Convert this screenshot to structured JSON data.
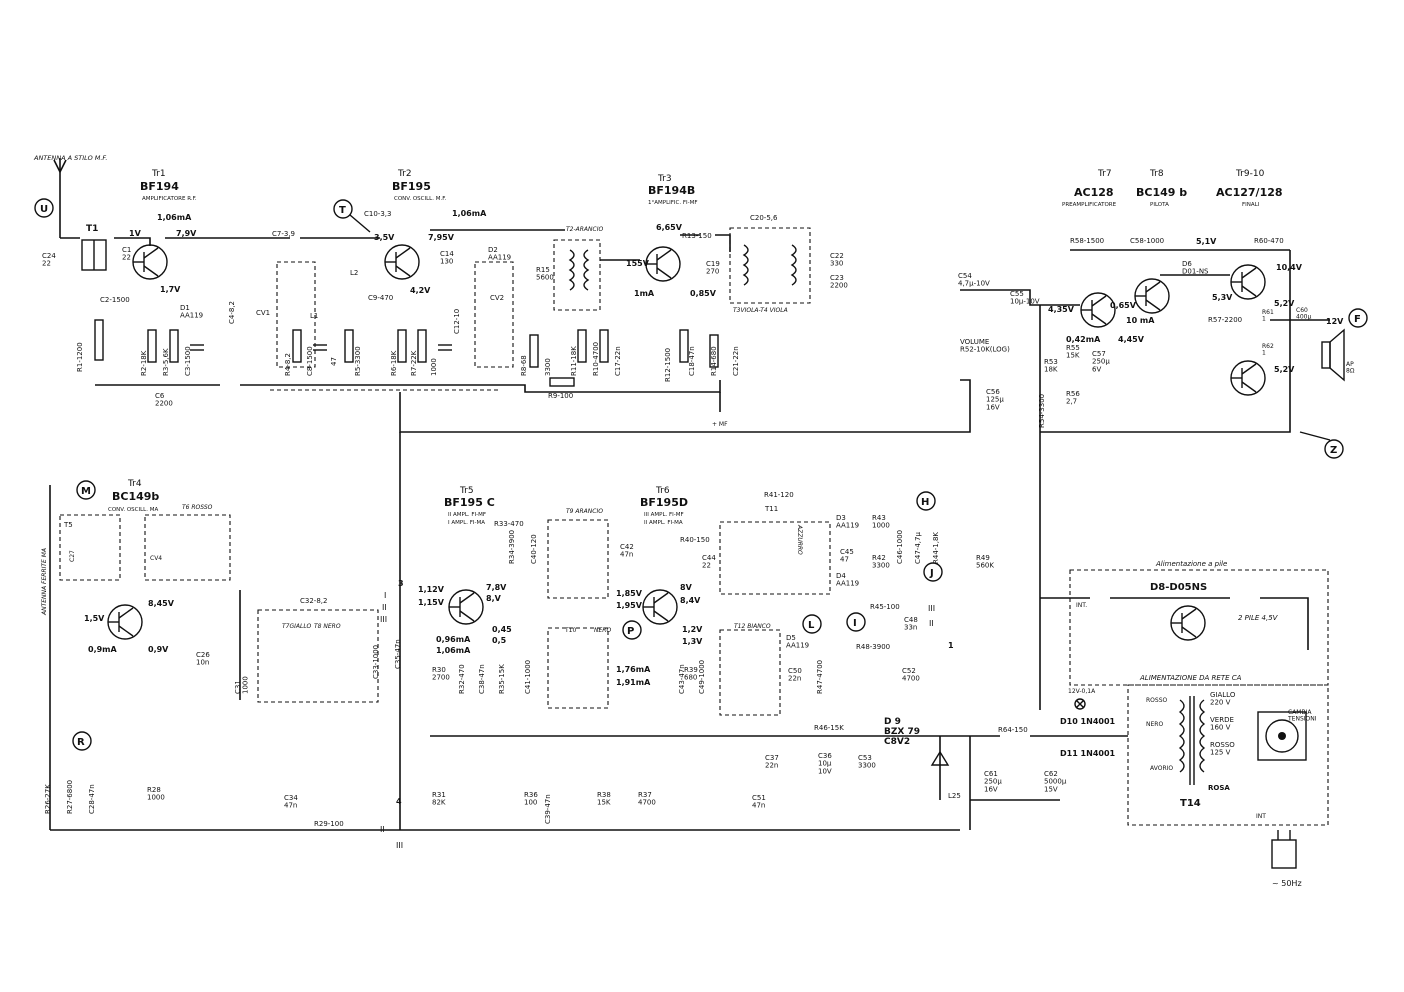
{
  "antenna_top": "ANTENNA A STILO M.F.",
  "antenna_ferrite": "ANTENNA FERRITE MA",
  "transistors": {
    "tr1": {
      "ref": "Tr1",
      "type": "BF194",
      "func": "AMPLIFICATORE R.F."
    },
    "tr2": {
      "ref": "Tr2",
      "type": "BF195",
      "func": "CONV. OSCILL. M.F."
    },
    "tr3": {
      "ref": "Tr3",
      "type": "BF194B",
      "func": "1°AMPLIFIC. FI-MF"
    },
    "tr4": {
      "ref": "Tr4",
      "type": "BC149b",
      "func": "CONV. OSCILL. MA"
    },
    "tr5": {
      "ref": "Tr5",
      "type": "BF195 C",
      "func1": "II AMPL. FI-MF",
      "func2": "I AMPL. FI-MA"
    },
    "tr6": {
      "ref": "Tr6",
      "type": "BF195D",
      "func1": "III AMPL. FI-MF",
      "func2": "II AMPL. FI-MA"
    },
    "tr7": {
      "ref": "Tr7",
      "type": "AC128",
      "func": "PREAMPLIFICATORE"
    },
    "tr8": {
      "ref": "Tr8",
      "type": "BC149 b",
      "func": "PILOTA"
    },
    "tr910": {
      "ref": "Tr9-10",
      "type": "AC127/128",
      "func": "FINALI"
    }
  },
  "test_points": [
    "U",
    "T",
    "M",
    "R",
    "P",
    "L",
    "H",
    "J",
    "I",
    "F",
    "Z"
  ],
  "voltages": {
    "tr1_c": "7,9V",
    "tr1_b": "1V",
    "tr1_ic": "1,06mA",
    "tr1_e": "1,7V",
    "tr2_b": "3,5V",
    "tr2_c": "7,95V",
    "tr2_ic": "1,06mA",
    "tr2_e": "4,2V",
    "tr3_c": "6,65V",
    "tr3_b": "155V",
    "tr3_ic": "1mA",
    "tr3_e": "0,85V",
    "tr4_b": "1,5V",
    "tr4_c": "8,45V",
    "tr4_ic": "0,9mA",
    "tr4_e": "0,9V",
    "tr5_b1": "1,12V",
    "tr5_b2": "1,15V",
    "tr5_c1": "7,8V",
    "tr5_c2": "8,V",
    "tr5_ic1": "0,96mA",
    "tr5_ic2": "1,06mA",
    "tr5_e1": "0,45",
    "tr5_e2": "0,5",
    "tr6_b1": "1,85V",
    "tr6_b2": "1,95V",
    "tr6_c1": "8V",
    "tr6_c2": "8,4V",
    "tr6_e1": "1,2V",
    "tr6_e2": "1,3V",
    "tr6_ic1": "1,76mA",
    "tr6_ic2": "1,91mA",
    "tr7_e": "4,35V",
    "tr7_b": "0,65V",
    "tr7_ic": "0,42mA",
    "tr7_c": "4,45V",
    "tr8_c": "5,1V",
    "tr8_ic": "10 mA",
    "d6": "5,3V",
    "tr9_c": "10,4V",
    "mid": "5,2V",
    "mid2": "5,2V",
    "sup": "12V"
  },
  "components": {
    "c24": "C24\n22",
    "c1": "C1\n22",
    "c2": "C2-1500",
    "r1": "R1-1200",
    "r2": "R2-18K",
    "r3": "R3-5,6K",
    "c3": "C3-1500",
    "c6": "C6\n2200",
    "d1": "D1\nAA119",
    "c4": "C4-8,2",
    "cv1": "CV1",
    "l1": "L1",
    "c7": "C7-3,9",
    "c10": "C10-3,3",
    "c14": "C14\n130",
    "d2": "D2\nAA119",
    "l2": "L2",
    "l3": "L3",
    "c9": "C9-470",
    "r4": "R4-8,2",
    "c8": "C8-1500",
    "c47": "47",
    "r5": "R5-3300",
    "r6": "R6-18K",
    "r7": "R7-22K",
    "r1000": "1000",
    "c12": "C12-10",
    "cv2": "CV2",
    "r8": "R8-68",
    "c3300": "3300",
    "t2": "T2-ARANCIO",
    "r15": "R15\n5600",
    "r9": "R9-100",
    "r11": "R11-18K",
    "r10": "R10-4700",
    "c17": "C17-22n",
    "r13": "R13-150",
    "c19": "C19\n270",
    "c20": "C20-5,6",
    "r12": "R12-1500",
    "c18": "C18-47n",
    "r14": "R14-680",
    "c21": "C21-22n",
    "c22": "C22\n330",
    "c23": "C23\n2200",
    "t3": "T3VIOLA-T4 VIOLA",
    "mf": "+ MF",
    "t5": "T5",
    "t6": "T6 ROSSO",
    "c27": "C27",
    "cv4": "CV4",
    "c26": "C26\n10n",
    "c32": "C32-8,2",
    "t7": "T7GIALLO",
    "t8": "T8 NERO",
    "c31": "C31\n1000",
    "c33": "C33-1000",
    "c35": "C35-47n",
    "r26": "R26-27K",
    "r27": "R27-6800",
    "c28": "C28-47n",
    "r28": "R28\n1000",
    "c34": "C34\n47n",
    "r29": "R29-100",
    "r33": "R33-470",
    "r34": "R34-3900",
    "c40": "C40-120",
    "t9": "T9 ARANCIO",
    "c42": "C42\n47n",
    "t10": "T10",
    "nero": "NERO",
    "r30": "R30\n2700",
    "r32": "R32-470",
    "c38": "C38-47n",
    "r35": "R35-15K",
    "c41": "C41-1000",
    "r31": "R31\n82K",
    "r36": "R36\n100",
    "c39": "C39-47n",
    "r40": "R40-150",
    "c44": "C44\n22",
    "r39": "R39\n680",
    "c43": "C43-47n",
    "c49": "C49-1000",
    "r38": "R38\n15K",
    "r37": "R37\n4700",
    "t11": "T11",
    "r41": "R41-120",
    "azzurro": "AZZURRO",
    "c45": "C45\n47",
    "d3": "D3\nAA119",
    "d4": "D4\nAA119",
    "r43": "R43\n1000",
    "r42": "R42\n3300",
    "c46": "C46-1000",
    "c47b": "C47-4,7µ",
    "r44": "R44-1,8K",
    "r49": "R49\n560K",
    "r45": "R45-100",
    "c48": "C48\n33n",
    "t12": "T12 BIANCO",
    "d5": "D5\nAA119",
    "c50": "C50\n22n",
    "r47": "R47-4700",
    "r48": "R48-3900",
    "c52": "C52\n4700",
    "r46": "R46-15K",
    "c37": "C37\n22n",
    "c36": "C36\n10µ\n10V",
    "c53": "C53\n3300",
    "c51": "C51\n47n",
    "d9": "D 9\nBZX 79\nC8V2",
    "l25": "L25",
    "c54": "C54\n4,7µ-10V",
    "c55": "C55\n10µ-10V",
    "volume": "VOLUME\nR52-10K(LOG)",
    "r53": "R53\n18K",
    "c56": "C56\n125µ\n16V",
    "r54": "R54-3300",
    "r58": "R58-1500",
    "c58": "C58-1000",
    "r55": "R55\n15K",
    "c57": "C57\n250µ\n6V",
    "r56": "R56\n2,7",
    "d6lbl": "D6\nD01-NS",
    "r60": "R60-470",
    "r57": "R57-2200",
    "r61": "R61\n1",
    "r62": "R62\n1",
    "c60": "C60\n400µ",
    "ap": "AP\n8Ω",
    "r64": "R64-150",
    "c61": "C61\n250µ\n16V",
    "c62": "C62\n5000µ\n15V"
  },
  "battery": {
    "title": "Alimentazione a pile",
    "d8": "D8-D05NS",
    "int": "INT.",
    "pile": "2 PILE 4,5V"
  },
  "mains": {
    "title": "ALIMENTAZIONE DA RETE CA",
    "lamp": "12V-0,1A",
    "d10": "D10 1N4001",
    "d11": "D11 1N4001",
    "rosso": "ROSSO",
    "nero": "NERO",
    "avorio": "AVORIO",
    "giallo": "GIALLO\n220 V",
    "verde": "VERDE\n160 V",
    "rosso2": "ROSSO\n125 V",
    "rosa": "ROSA",
    "t14": "T14",
    "cambia": "CAMBIA\nTENSIONI",
    "int": "INT",
    "hz": "~ 50Hz"
  },
  "switch_labels": [
    "3",
    "I",
    "II",
    "III",
    "4",
    "II",
    "III",
    "1",
    "II",
    "III"
  ]
}
